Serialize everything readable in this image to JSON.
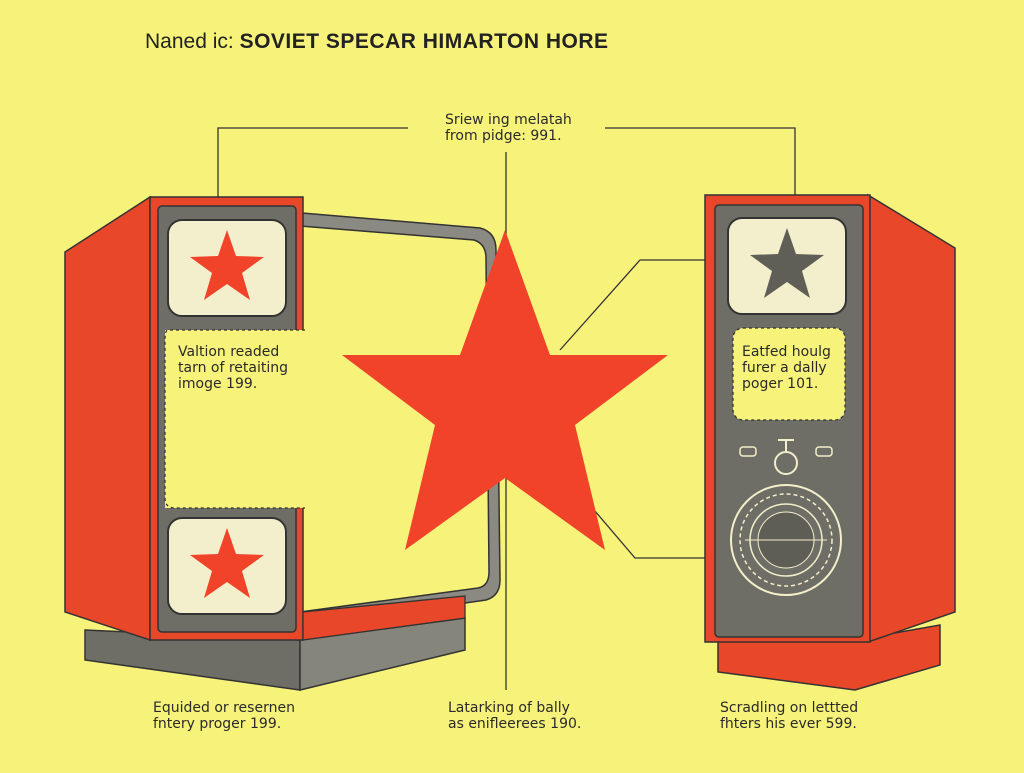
{
  "title": {
    "prefix": "Naned ic:",
    "main": "SOVIET SPECAR HIMARTON HORE"
  },
  "callouts": {
    "top_center": [
      "Sriew ing melatah",
      "from pidge: 991."
    ],
    "left_panel": [
      "Valtion readed",
      "tarn of retaiting",
      "imoge 199."
    ],
    "right_panel": [
      "Eatfed houlg",
      "furer a dally",
      "poger 101."
    ],
    "bottom_left": [
      "Equided or resernen",
      "fntery proger 199."
    ],
    "bottom_center": [
      "Latarking of bally",
      "as enifleerees 190."
    ],
    "bottom_right": [
      "Scradling on lettted",
      "fhters his ever 599."
    ]
  },
  "colors": {
    "background": "#f7f27a",
    "cabinet_red": "#e8472a",
    "cabinet_dark": "#c93a22",
    "star_red": "#f0432a",
    "panel_gray": "#6e6e66",
    "screen_cream": "#f3eecb",
    "outline": "#333333"
  }
}
